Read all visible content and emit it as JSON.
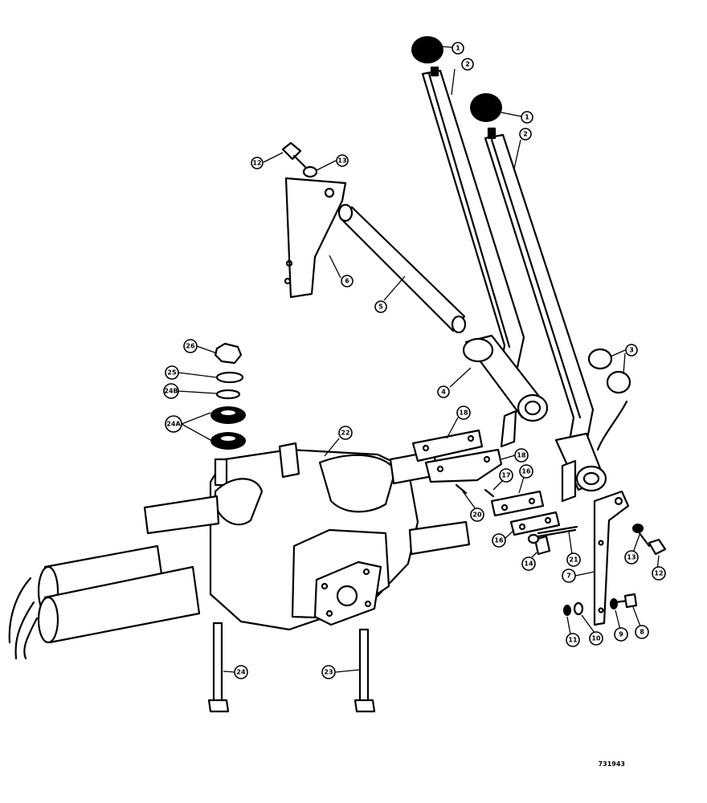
{
  "figure_number": "731943",
  "callouts": [
    {
      "id": "knob-1a",
      "label": "1"
    },
    {
      "id": "lever-2a",
      "label": "2"
    },
    {
      "id": "knob-1b",
      "label": "1"
    },
    {
      "id": "lever-2b",
      "label": "2"
    },
    {
      "id": "bolt-12a",
      "label": "12"
    },
    {
      "id": "washer-13a",
      "label": "13"
    },
    {
      "id": "bracket-6",
      "label": "6"
    },
    {
      "id": "rod-5",
      "label": "5"
    },
    {
      "id": "bushing-3",
      "label": "3"
    },
    {
      "id": "tube-4",
      "label": "4"
    },
    {
      "id": "nut-26",
      "label": "26"
    },
    {
      "id": "washer-25",
      "label": "25"
    },
    {
      "id": "washer-24b",
      "label": "24B"
    },
    {
      "id": "mount-24a",
      "label": "24A"
    },
    {
      "id": "valve-22",
      "label": "22"
    },
    {
      "id": "plate-18a",
      "label": "18"
    },
    {
      "id": "plate-18b",
      "label": "18"
    },
    {
      "id": "pin-20",
      "label": "20"
    },
    {
      "id": "pin-17",
      "label": "17"
    },
    {
      "id": "link-16a",
      "label": "16"
    },
    {
      "id": "link-16b",
      "label": "16"
    },
    {
      "id": "pin-14",
      "label": "14"
    },
    {
      "id": "cotter-21",
      "label": "21"
    },
    {
      "id": "bracket-7",
      "label": "7"
    },
    {
      "id": "washer-13b",
      "label": "13"
    },
    {
      "id": "bolt-12b",
      "label": "12"
    },
    {
      "id": "nut-11",
      "label": "11"
    },
    {
      "id": "washer-10",
      "label": "10"
    },
    {
      "id": "washer-9",
      "label": "9"
    },
    {
      "id": "bolt-8",
      "label": "8"
    },
    {
      "id": "bolt-24",
      "label": "24"
    },
    {
      "id": "bolt-23",
      "label": "23"
    }
  ]
}
